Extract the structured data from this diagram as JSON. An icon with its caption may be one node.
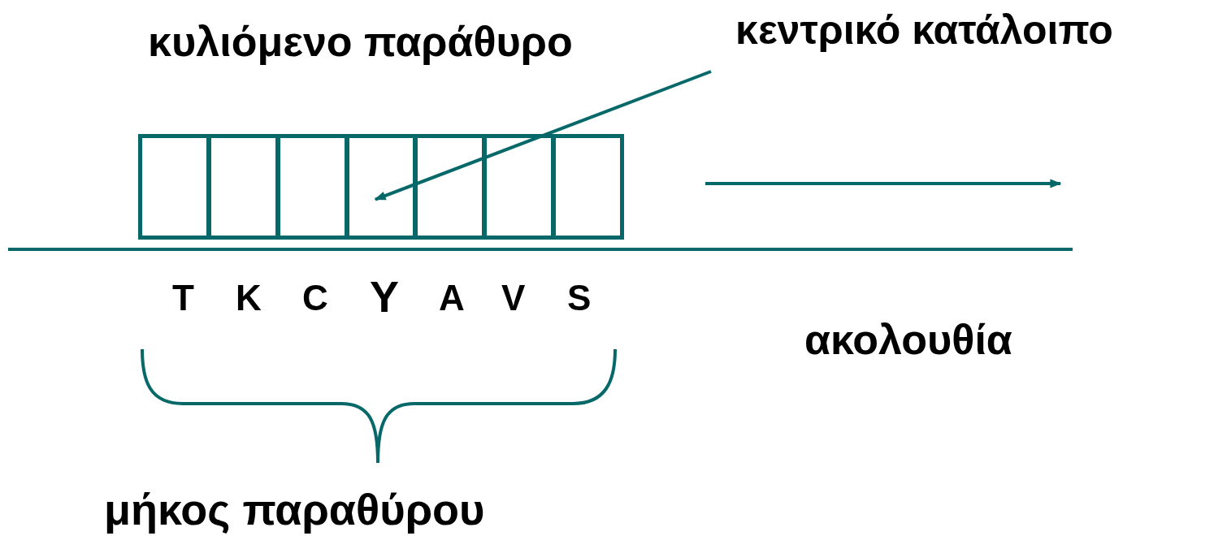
{
  "diagram": {
    "nodes": [
      {
        "text": [
          "κυλιόμενο παράθυρο"
        ]
      },
      {
        "text": [],
        "shape": "box",
        "in": 0
      },
      {
        "text": [],
        "shape": "box",
        "in": 0
      },
      {
        "text": [],
        "shape": "box",
        "in": 0
      },
      {
        "text": [],
        "shape": "box",
        "in": 0
      },
      {
        "text": [],
        "shape": "box",
        "in": 0
      },
      {
        "text": [],
        "shape": "box",
        "in": 0
      },
      {
        "text": [],
        "shape": "box",
        "in": 0
      },
      {
        "text": [
          "κεντρικό κατάλοιπο"
        ]
      }
    ],
    "edges": [
      {
        "from": 8,
        "to": 4,
        "arrow": "to"
      }
    ],
    "labels": [
      "T",
      "K",
      "C",
      "Y",
      "A",
      "V",
      "S",
      "ακολουθία",
      "μήκος παραθύρου"
    ]
  }
}
